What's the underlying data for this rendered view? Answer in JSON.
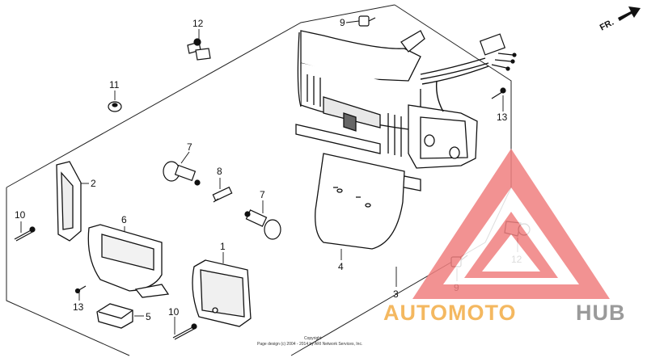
{
  "direction": "FR.",
  "callouts": [
    {
      "id": "c1",
      "text": "1"
    },
    {
      "id": "c2",
      "text": "2"
    },
    {
      "id": "c3",
      "text": "3"
    },
    {
      "id": "c4",
      "text": "4"
    },
    {
      "id": "c5",
      "text": "5"
    },
    {
      "id": "c6",
      "text": "6"
    },
    {
      "id": "c7a",
      "text": "7"
    },
    {
      "id": "c7b",
      "text": "7"
    },
    {
      "id": "c8",
      "text": "8"
    },
    {
      "id": "c9a",
      "text": "9"
    },
    {
      "id": "c9b",
      "text": "9"
    },
    {
      "id": "c10a",
      "text": "10"
    },
    {
      "id": "c10b",
      "text": "10"
    },
    {
      "id": "c11",
      "text": "11"
    },
    {
      "id": "c12a",
      "text": "12"
    },
    {
      "id": "c12b",
      "text": "12"
    },
    {
      "id": "c13a",
      "text": "13"
    },
    {
      "id": "c13b",
      "text": "13"
    }
  ],
  "copyright": {
    "line1": "Copyright",
    "line2": "Page design (c) 2004 - 2014 by ARI Network Services, Inc."
  },
  "watermark": {
    "part1": "AUTOMOTO",
    "part2": "HUB",
    "color1": "#f4b860",
    "color2": "#9a9a9a",
    "triangle_color": "#f08080"
  }
}
